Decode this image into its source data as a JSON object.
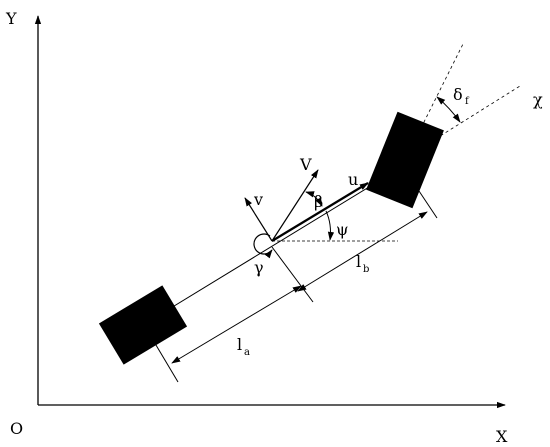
{
  "axes": {
    "x_label": "X",
    "y_label": "Y",
    "origin_label": "O"
  },
  "symbols": {
    "velocity": "V",
    "longitudinal_velocity": "u",
    "lateral_velocity": "v",
    "slip_angle": "β",
    "heading_angle": "ψ",
    "yaw_rate": "γ",
    "steering_angle": "δ",
    "steering_subscript": "f",
    "body_axis": "χ",
    "front_distance": "l",
    "front_distance_subscript": "b",
    "rear_distance": "l",
    "rear_distance_subscript": "a"
  },
  "colors": {
    "ink": "#000000",
    "background": "#ffffff"
  }
}
